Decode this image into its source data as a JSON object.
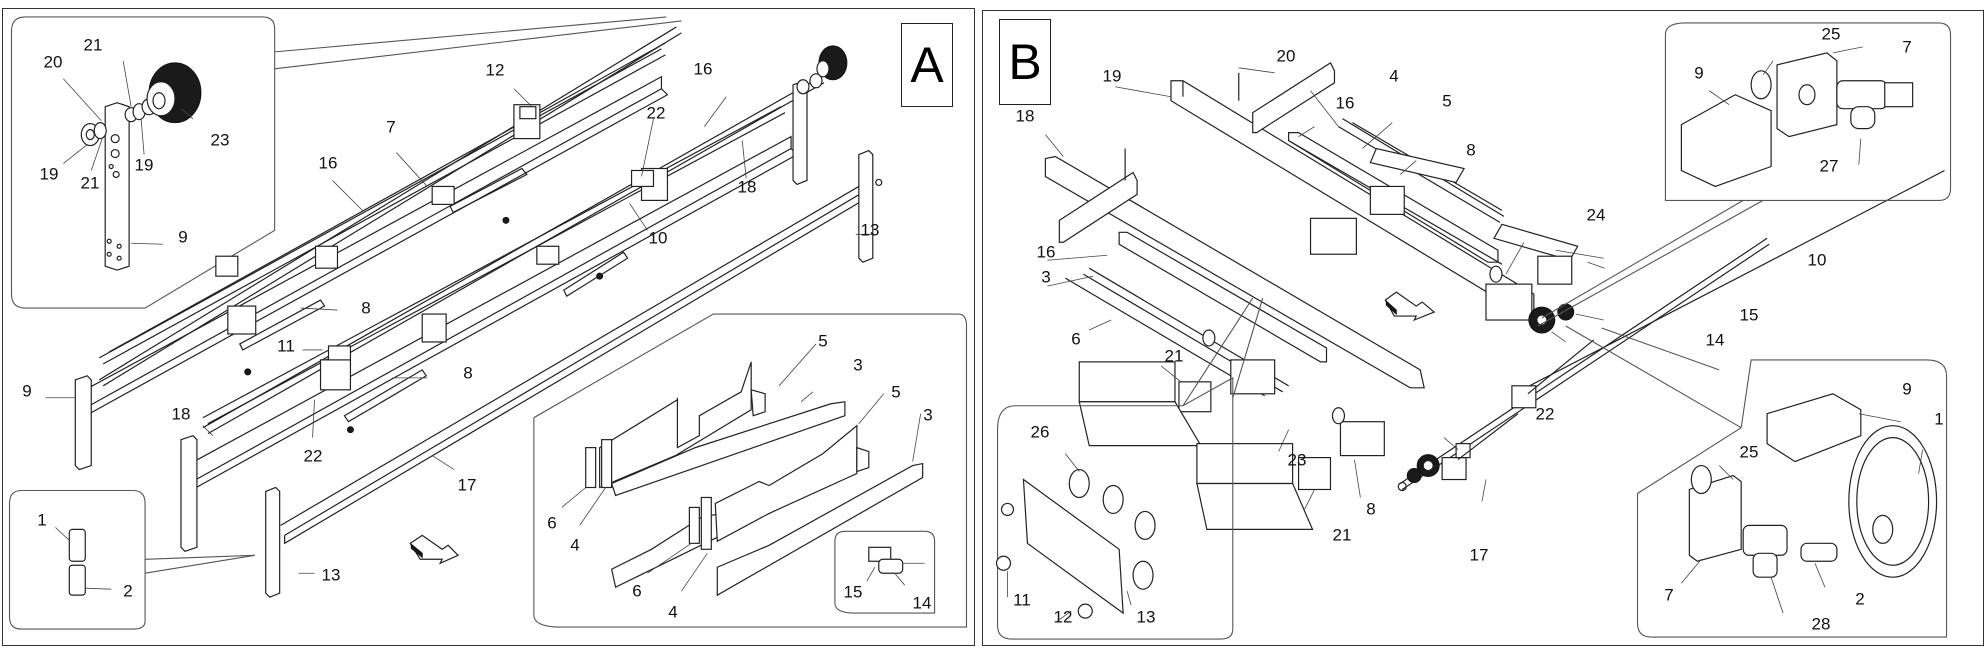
{
  "figure": {
    "panels": [
      {
        "id": "A",
        "letter": "A",
        "callouts": [
          "20",
          "21",
          "21",
          "19",
          "19",
          "23",
          "9",
          "12",
          "7",
          "16",
          "16",
          "22",
          "10",
          "18",
          "13",
          "8",
          "8",
          "11",
          "9",
          "18",
          "22",
          "17",
          "5",
          "3",
          "5",
          "3",
          "6",
          "4",
          "6",
          "4",
          "15",
          "14",
          "1",
          "2",
          "13"
        ]
      },
      {
        "id": "B",
        "letter": "B",
        "callouts": [
          "20",
          "19",
          "4",
          "5",
          "18",
          "8",
          "16",
          "16",
          "3",
          "24",
          "6",
          "21",
          "15",
          "14",
          "10",
          "9",
          "25",
          "7",
          "27",
          "26",
          "23",
          "22",
          "21",
          "8",
          "17",
          "11",
          "12",
          "13",
          "9",
          "1",
          "25",
          "7",
          "2",
          "28"
        ]
      }
    ],
    "direction_arrow": "flow-direction",
    "colors": {
      "line": "#222222",
      "background": "#ffffff"
    }
  },
  "labels": {
    "a": {
      "l20": "20",
      "l21a": "21",
      "l21b": "21",
      "l19a": "19",
      "l19b": "19",
      "l23": "23",
      "l9a": "9",
      "l12": "12",
      "l7": "7",
      "l16a": "16",
      "l16b": "16",
      "l22a": "22",
      "l10": "10",
      "l18a": "18",
      "l13a": "13",
      "l8a": "8",
      "l8b": "8",
      "l11": "11",
      "l9b": "9",
      "l18b": "18",
      "l22b": "22",
      "l17": "17",
      "l5a": "5",
      "l3a": "3",
      "l5b": "5",
      "l3b": "3",
      "l6a": "6",
      "l4a": "4",
      "l6b": "6",
      "l4b": "4",
      "l15": "15",
      "l14": "14",
      "l1": "1",
      "l2": "2",
      "l13b": "13"
    },
    "b": {
      "l20": "20",
      "l19": "19",
      "l4": "4",
      "l5": "5",
      "l18": "18",
      "l8a": "8",
      "l16a": "16",
      "l16b": "16",
      "l3": "3",
      "l24": "24",
      "l6": "6",
      "l21a": "21",
      "l15": "15",
      "l14": "14",
      "l10": "10",
      "l9a": "9",
      "l25a": "25",
      "l7a": "7",
      "l27": "27",
      "l26": "26",
      "l23": "23",
      "l22": "22",
      "l21b": "21",
      "l8b": "8",
      "l17": "17",
      "l11": "11",
      "l12": "12",
      "l13": "13",
      "l9b": "9",
      "l1": "1",
      "l25b": "25",
      "l7b": "7",
      "l2": "2",
      "l28": "28"
    }
  }
}
